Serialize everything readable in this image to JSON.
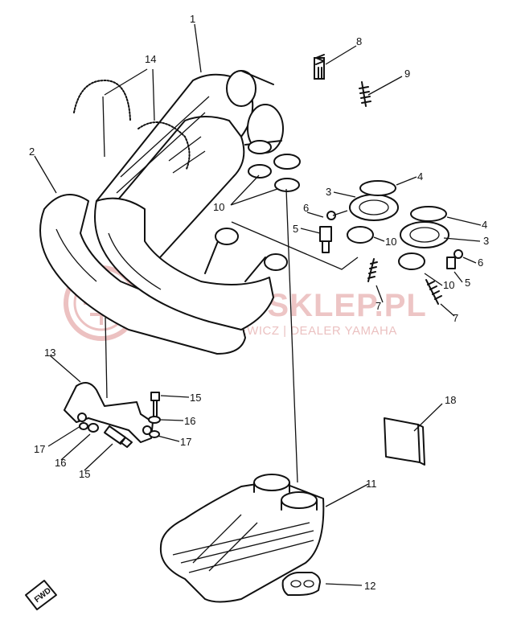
{
  "callouts": [
    "1",
    "2",
    "3",
    "3",
    "4",
    "4",
    "5",
    "5",
    "6",
    "6",
    "7",
    "7",
    "8",
    "9",
    "10",
    "10",
    "10",
    "11",
    "12",
    "13",
    "14",
    "15",
    "15",
    "16",
    "16",
    "17",
    "17",
    "18"
  ],
  "watermark": {
    "brand": "YAMA-SKLEP.PL",
    "tagline": "WOJCIESZKIEWICZ | DEALER YAMAHA",
    "color": "#e7b2b2"
  },
  "fwd_label": "FWD"
}
